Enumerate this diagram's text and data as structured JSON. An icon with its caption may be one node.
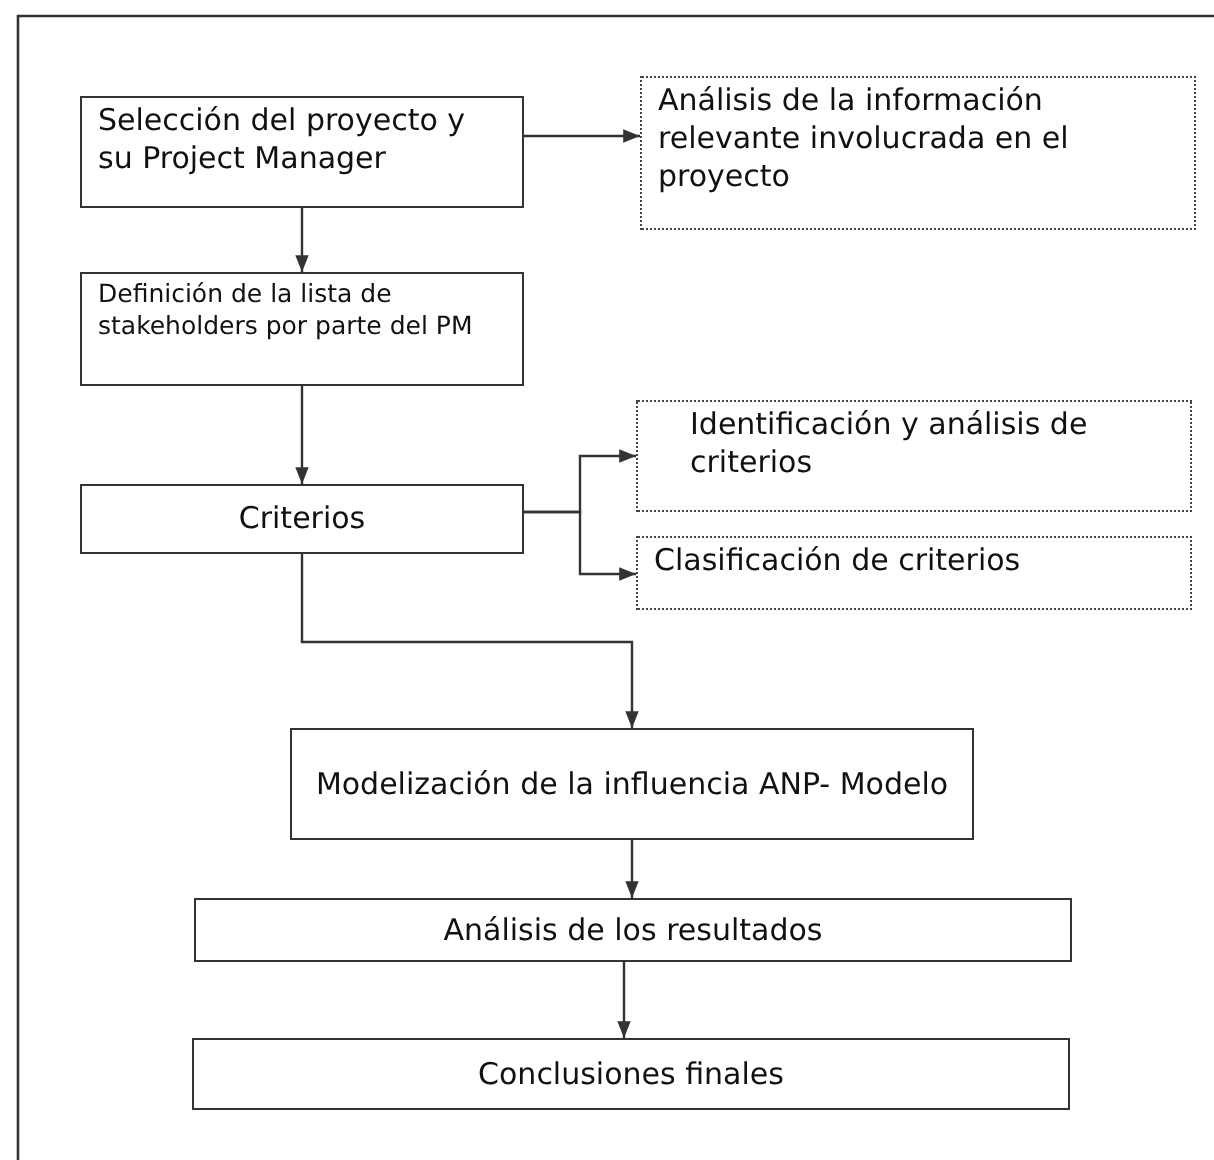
{
  "diagram": {
    "nodes": [
      {
        "text": [
          "Selección del proyecto y su Project Manager"
        ]
      },
      {
        "text": [
          "Análisis de la información relevante involucrada en el proyecto"
        ]
      },
      {
        "text": [
          "Definición de la lista de stakeholders por parte del PM"
        ]
      },
      {
        "text": [
          "Criterios"
        ]
      },
      {
        "text": [
          "Identificación y análisis de criterios"
        ]
      },
      {
        "text": [
          "Clasificación de criterios"
        ]
      },
      {
        "text": [
          "Modelización de la influencia ANP- Modelo"
        ]
      },
      {
        "text": [
          "Análisis de los resultados"
        ]
      },
      {
        "text": [
          "Conclusiones finales"
        ]
      }
    ],
    "edges": [
      {
        "from": 0,
        "to": 1,
        "arrow": "to"
      },
      {
        "from": 0,
        "to": 2,
        "arrow": "to"
      },
      {
        "from": 2,
        "to": 3,
        "arrow": "to"
      },
      {
        "from": 3,
        "to": 4,
        "arrow": "to"
      },
      {
        "from": 3,
        "to": 5,
        "arrow": "to"
      },
      {
        "from": 3,
        "to": 6,
        "arrow": "to"
      },
      {
        "from": 6,
        "to": 7,
        "arrow": "to"
      },
      {
        "from": 7,
        "to": 8,
        "arrow": "to"
      }
    ]
  }
}
